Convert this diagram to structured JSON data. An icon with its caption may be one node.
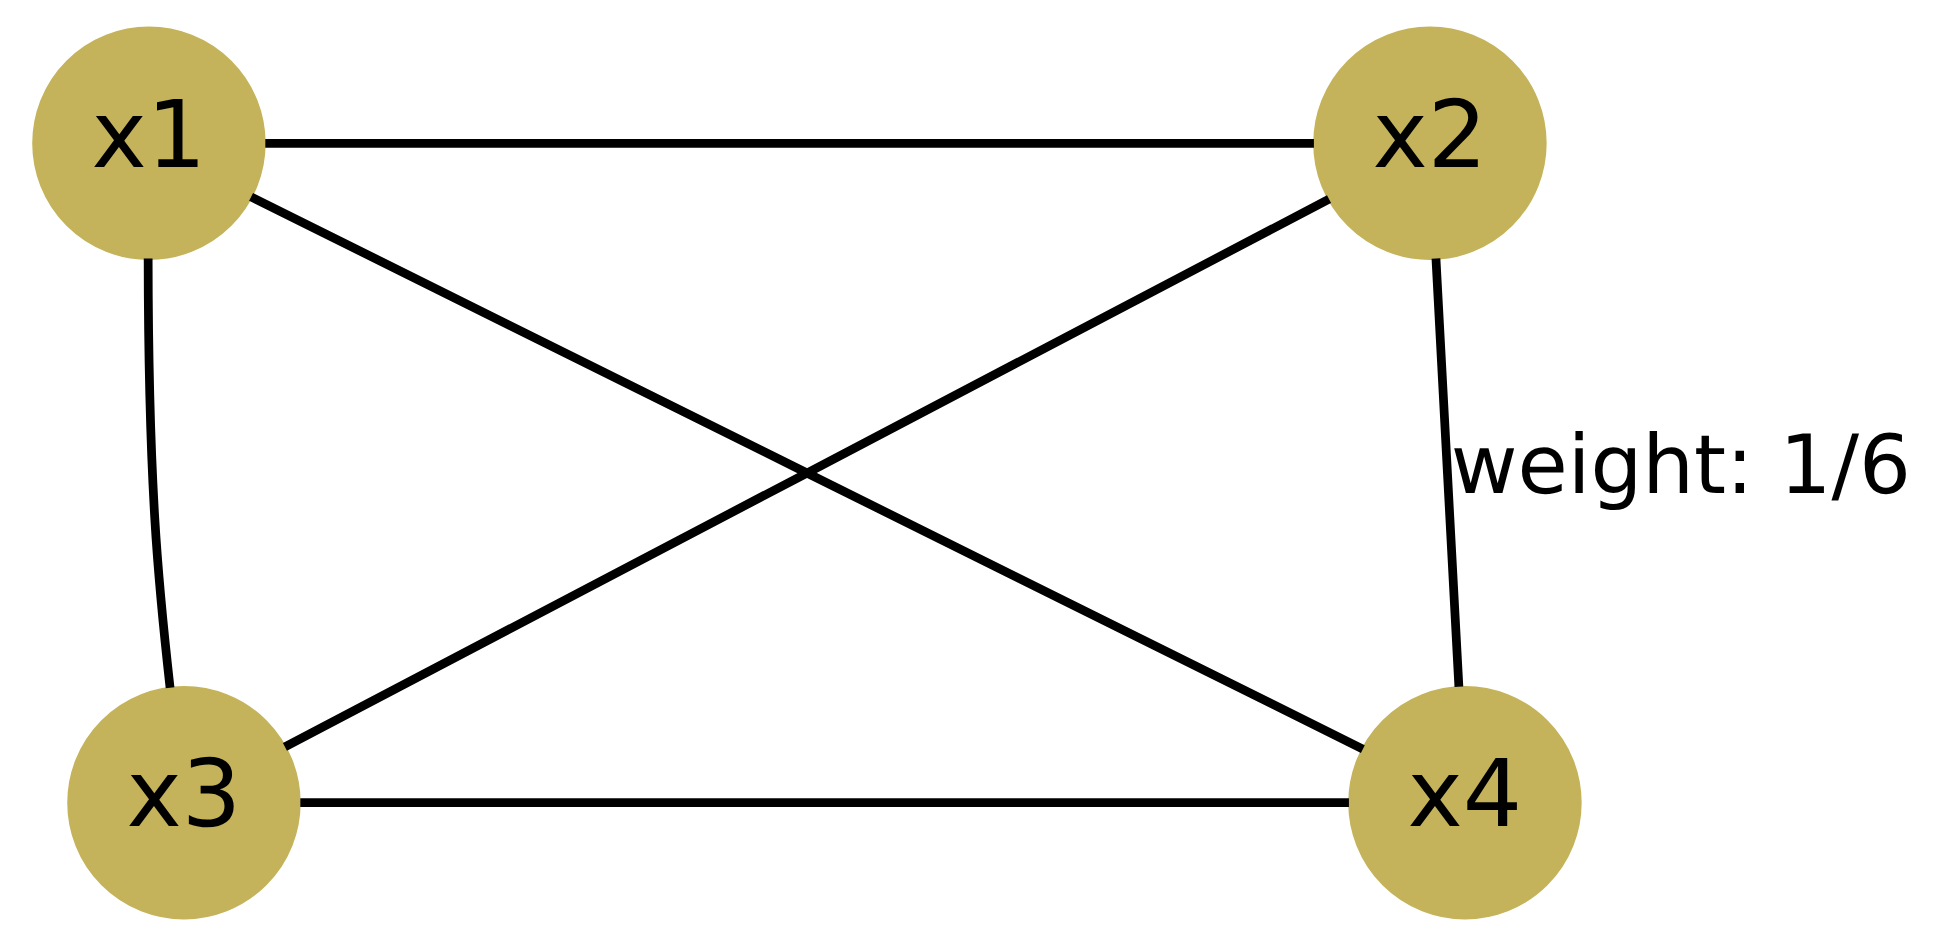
{
  "diagram": {
    "nodes": [
      {
        "text": [
          "x1"
        ]
      },
      {
        "text": [
          "x2"
        ]
      },
      {
        "text": [
          "x3"
        ]
      },
      {
        "text": [
          "x4"
        ]
      }
    ],
    "edges": [
      {
        "from": 0,
        "to": 1,
        "arrow": "none"
      },
      {
        "from": 0,
        "to": 2,
        "arrow": "none"
      },
      {
        "from": 0,
        "to": 3,
        "arrow": "none"
      },
      {
        "from": 1,
        "to": 2,
        "arrow": "none"
      },
      {
        "from": 1,
        "to": 3,
        "arrow": "none",
        "label": "weight: 1/6"
      },
      {
        "from": 2,
        "to": 3,
        "arrow": "none"
      }
    ]
  }
}
